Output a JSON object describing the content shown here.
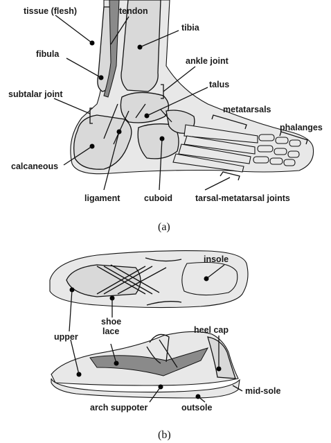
{
  "figure_a": {
    "caption": "(a)",
    "labels": {
      "tissue": "tissue (flesh)",
      "tendon": "tendon",
      "tibia": "tibia",
      "fibula": "fibula",
      "ankle_joint": "ankle joint",
      "talus": "talus",
      "subtalar_joint": "subtalar joint",
      "metatarsals": "metatarsals",
      "phalanges": "phalanges",
      "calcaneous": "calcaneous",
      "ligament": "ligament",
      "cuboid": "cuboid",
      "tarsal_metatarsal": "tarsal-metatarsal joints"
    }
  },
  "figure_b": {
    "caption": "(b)",
    "labels": {
      "insole": "insole",
      "upper": "upper",
      "shoe": "shoe",
      "lace": "lace",
      "heel_cap": "heel cap",
      "mid_sole": "mid-sole",
      "arch_suppoter": "arch suppoter",
      "outsole": "outsole"
    }
  }
}
